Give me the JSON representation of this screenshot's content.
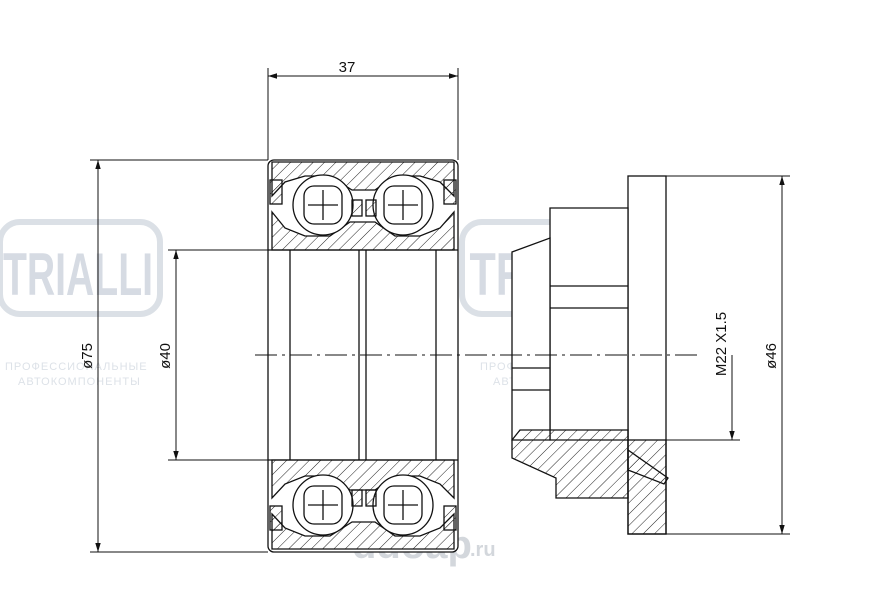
{
  "dimensions": {
    "width": "37",
    "outer_diameter": "ø75",
    "inner_diameter": "ø40",
    "thread": "M22 X1.5",
    "flange_diameter": "ø46"
  },
  "watermarks": {
    "logo_left": "TRIALLI",
    "logo_right": "TRIALLI",
    "tagline_line1": "ПРОФЕССИОНАЛЬНЫЕ",
    "tagline_line2": "АВТОКОМПОНЕНТЫ",
    "site_name": "ddoap",
    "site_tld": ".ru"
  }
}
